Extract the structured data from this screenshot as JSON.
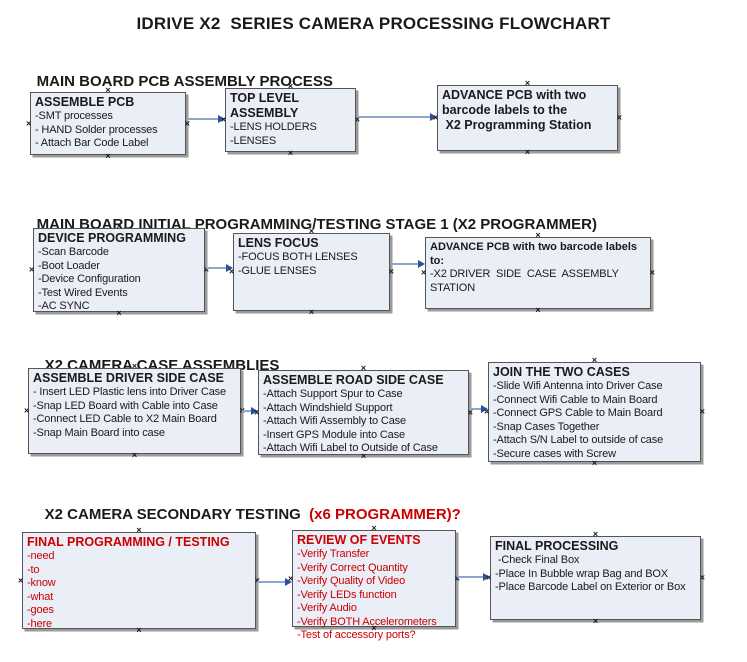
{
  "title": "IDRIVE X2  SERIES CAMERA PROCESSING FLOWCHART",
  "diagram": {
    "handle_glyph": "×"
  },
  "colors": {
    "box_fill": "#e9eef7",
    "box_border": "#555555",
    "box_shadow": "#9a9a9a",
    "arrow_line": "#8ca6cc",
    "arrow_head": "#2f4f9e",
    "red_text": "#cc0000",
    "black_text": "#1a1a1a"
  },
  "sections": [
    {
      "header": "MAIN BOARD PCB ASSEMBLY PROCESS",
      "boxes": [
        {
          "title": "ASSEMBLE PCB",
          "items": [
            "-SMT processes",
            "- HAND Solder processes",
            "- Attach Bar Code Label"
          ]
        },
        {
          "title": "TOP LEVEL ASSEMBLY",
          "items": [
            "-LENS HOLDERS",
            "-LENSES"
          ]
        },
        {
          "title": "ADVANCE PCB with two barcode labels to the\n X2 Programming Station",
          "items": []
        }
      ]
    },
    {
      "header": "MAIN BOARD INITIAL PROGRAMMING/TESTING STAGE 1 (X2 PROGRAMMER)",
      "boxes": [
        {
          "title": "DEVICE PROGRAMMING",
          "items": [
            "-Scan Barcode",
            "-Boot Loader",
            "-Device Configuration",
            "-Test Wired Events",
            "-AC SYNC"
          ]
        },
        {
          "title": "LENS FOCUS",
          "items": [
            "-FOCUS BOTH LENSES",
            "-GLUE LENSES"
          ]
        },
        {
          "title": "ADVANCE PCB with two barcode labels to:",
          "items": [
            "-X2 DRIVER  SIDE  CASE  ASSEMBLY STATION"
          ]
        }
      ]
    },
    {
      "header": "X2 CAMERA CASE ASSEMBLIES",
      "boxes": [
        {
          "title": "ASSEMBLE DRIVER SIDE CASE",
          "items": [
            "- Insert LED Plastic lens into Driver Case",
            "-Snap LED Board with Cable into Case",
            "-Connect LED Cable to X2 Main Board",
            "-Snap Main Board into case"
          ]
        },
        {
          "title": "ASSEMBLE ROAD SIDE CASE",
          "items": [
            "-Attach Support Spur to Case",
            "-Attach Windshield Support",
            "-Attach Wifi Assembly to Case",
            "-Insert GPS Module into Case",
            "-Attach Wifi Label to Outside of Case"
          ]
        },
        {
          "title": "JOIN THE TWO CASES",
          "items": [
            "-Slide Wifi Antenna into Driver Case",
            "-Connect Wifi Cable to Main Board",
            "-Connect GPS Cable to Main Board",
            "-Snap Cases Together",
            "-Attach S/N Label to outside of case",
            "-Secure cases with Screw"
          ]
        }
      ]
    },
    {
      "header": "X2 CAMERA SECONDARY TESTING",
      "header_suffix": "  (x6 PROGRAMMER)?",
      "boxes": [
        {
          "title": "FINAL PROGRAMMING / TESTING",
          "items": [
            "-need",
            "-to",
            "-know",
            "-what",
            "-goes",
            "-here"
          ]
        },
        {
          "title": "REVIEW OF EVENTS",
          "items": [
            "-Verify Transfer",
            "-Verify Correct Quantity",
            "-Verify Quality of Video",
            "-Verify LEDs function",
            "-Verify Audio",
            "-Verify BOTH Accelerometers",
            "-Test of accessory ports?"
          ]
        },
        {
          "title": "FINAL PROCESSING",
          "items": [
            " -Check Final Box",
            "-Place In Bubble wrap Bag and BOX",
            "-Place Barcode Label on Exterior or Box"
          ]
        }
      ]
    }
  ]
}
